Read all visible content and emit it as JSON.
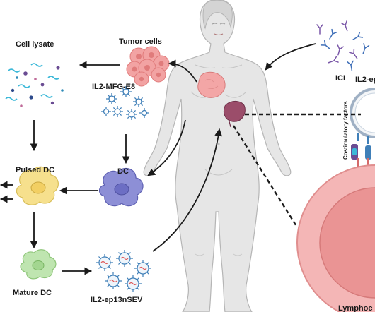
{
  "labels": {
    "cell_lysate": "Cell lysate",
    "tumor_cells": "Tumor cells",
    "il2_mfg_e8": "IL2-MFG-E8",
    "dc": "DC",
    "pulsed_dc": "Pulsed DC",
    "mature_dc": "Mature DC",
    "il2_ep13nsev": "IL2-ep13nSEV",
    "ici": "ICI",
    "il2_ep_cut": "IL2-ep",
    "costimulatory_factors": "Costimulatory factors",
    "lymphocyte_cut": "Lymphoc"
  },
  "colors": {
    "arrow": "#1a1a1a",
    "tumor": "#f2a3a3",
    "tumor_dark": "#e07b7b",
    "lysate_blue": "#3bb8d8",
    "lysate_purple": "#6a4c93",
    "pulsed_dc": "#f6e08d",
    "dc": "#8d8fd6",
    "mature_dc": "#bfe5b0",
    "vesicle": "#3f7fb8",
    "body": "#e6e6e6",
    "body_outline": "#b5b5b5",
    "lymphocyte_outer": "#f4b6b6",
    "lymphocyte_inner": "#ea9494",
    "spleen": "#9b4d6a",
    "tumor_organ": "#f3a6a6"
  }
}
